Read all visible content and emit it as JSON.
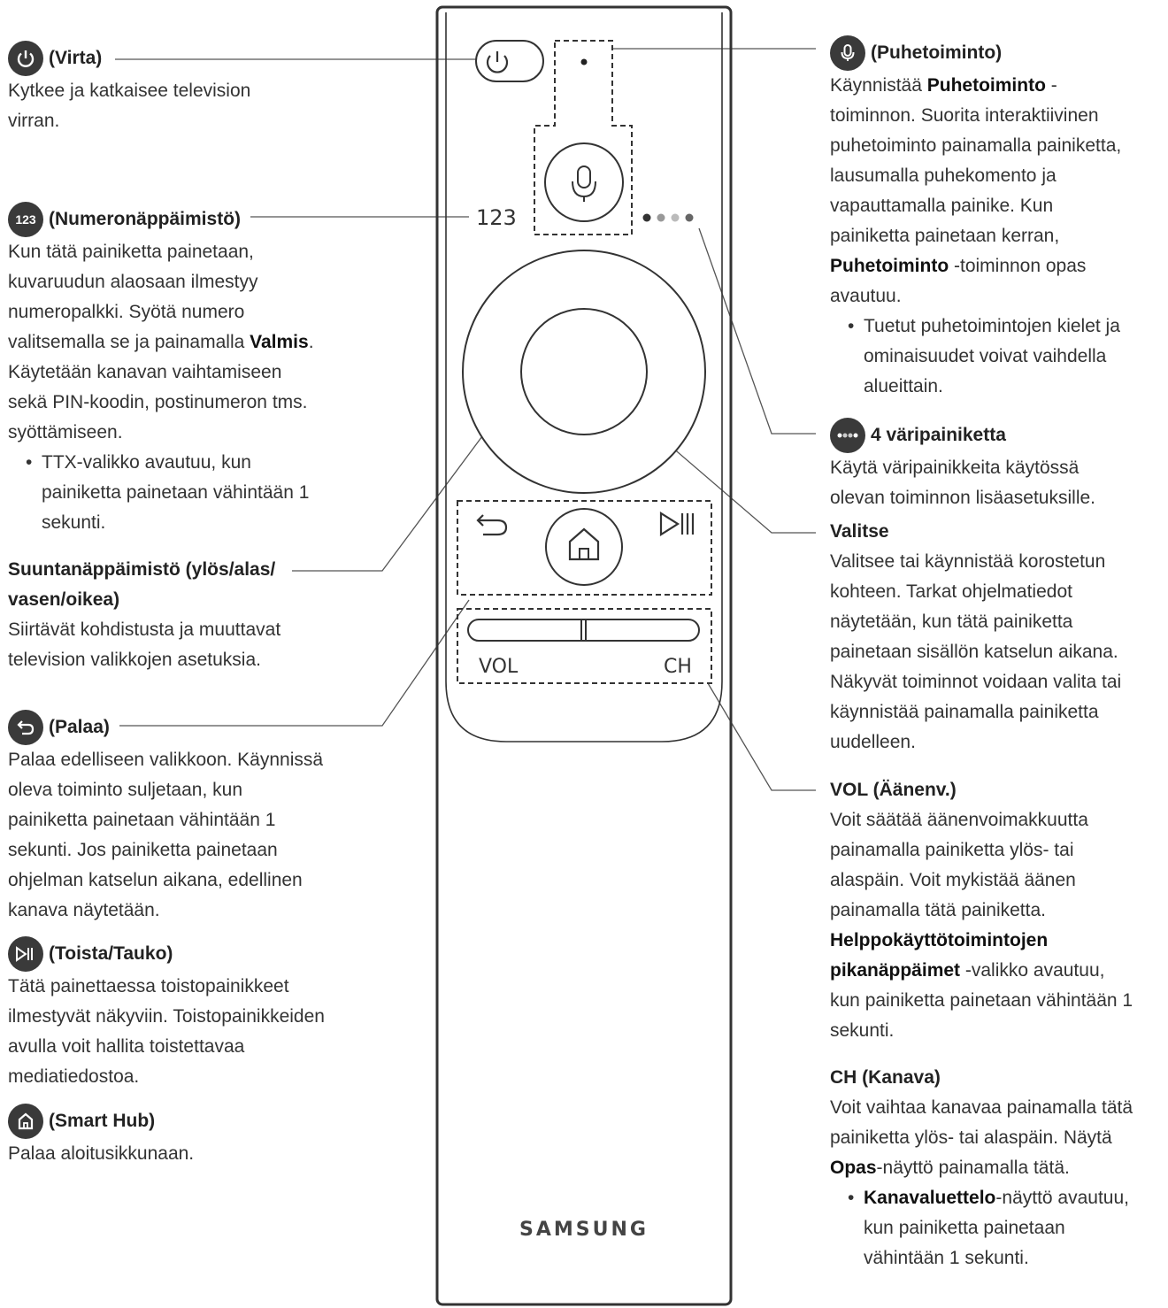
{
  "remote": {
    "keypad_label": "123",
    "vol_label": "VOL",
    "ch_label": "CH",
    "brand": "SAMSUNG"
  },
  "left": {
    "power": {
      "title": "(Virta)",
      "desc": "Kytkee ja katkaisee television virran."
    },
    "numpad": {
      "icon_text": "123",
      "title": "(Numeronäppäimistö)",
      "desc1": "Kun tätä painiketta painetaan, kuvaruudun alaosaan ilmestyy numeropalkki. Syötä numero valitsemalla se ja painamalla ",
      "desc_bold": "Valmis",
      "desc2": ". Käytetään kanavan vaihtamiseen sekä PIN-koodin, postinumeron tms. syöttämiseen.",
      "bullet": "TTX-valikko avautuu, kun painiketta painetaan vähintään 1 sekunti."
    },
    "direction": {
      "title": "Suuntanäppäimistö (ylös/alas/ vasen/oikea)",
      "desc": "Siirtävät kohdistusta ja muuttavat television valikkojen asetuksia."
    },
    "back": {
      "title": "(Palaa)",
      "desc": "Palaa edelliseen valikkoon. Käynnissä oleva toiminto suljetaan, kun painiketta painetaan vähintään 1 sekunti. Jos painiketta painetaan ohjelman katselun aikana, edellinen kanava näytetään."
    },
    "play": {
      "title": "(Toista/Tauko)",
      "desc": "Tätä painettaessa toistopainikkeet ilmestyvät näkyviin. Toistopainikkeiden avulla voit hallita toistettavaa mediatiedostoa."
    },
    "smarthub": {
      "title": "(Smart Hub)",
      "desc": "Palaa aloitusikkunaan."
    }
  },
  "right": {
    "voice": {
      "title": "(Puhetoiminto)",
      "p1a": "Käynnistää ",
      "p1b": "Puhetoiminto",
      "p1c": " -toiminnon. Suorita interaktiivinen puhetoiminto painamalla painiketta, lausumalla puhekomento ja vapauttamalla painike. Kun painiketta painetaan kerran, ",
      "p1d": "Puhetoiminto",
      "p1e": " -toiminnon opas avautuu.",
      "bullet": "Tuetut puhetoimintojen kielet ja ominaisuudet voivat vaihdella alueittain."
    },
    "color": {
      "title": "4 väripainiketta",
      "desc": "Käytä väripainikkeita käytössä olevan toiminnon lisäasetuksille."
    },
    "select": {
      "title": "Valitse",
      "desc": "Valitsee tai käynnistää korostetun kohteen. Tarkat ohjelmatiedot näytetään, kun tätä painiketta painetaan sisällön katselun aikana. Näkyvät toiminnot voidaan valita tai käynnistää painamalla painiketta uudelleen."
    },
    "vol": {
      "title": "VOL (Äänenv.)",
      "p1": "Voit säätää äänenvoimakkuutta painamalla painiketta ylös- tai alaspäin. Voit mykistää äänen painamalla tätä painiketta. ",
      "p_bold": "Helppokäyttötoimintojen pikanäppäimet",
      "p2": " -valikko avautuu, kun painiketta painetaan vähintään 1 sekunti."
    },
    "ch": {
      "title": "CH (Kanava)",
      "p1": "Voit vaihtaa kanavaa painamalla tätä painiketta ylös- tai alaspäin. Näytä ",
      "p_bold": "Opas",
      "p2": "-näyttö painamalla tätä.",
      "b_bold": "Kanavaluettelo",
      "b_rest": "-näyttö avautuu, kun painiketta painetaan vähintään 1 sekunti."
    }
  }
}
